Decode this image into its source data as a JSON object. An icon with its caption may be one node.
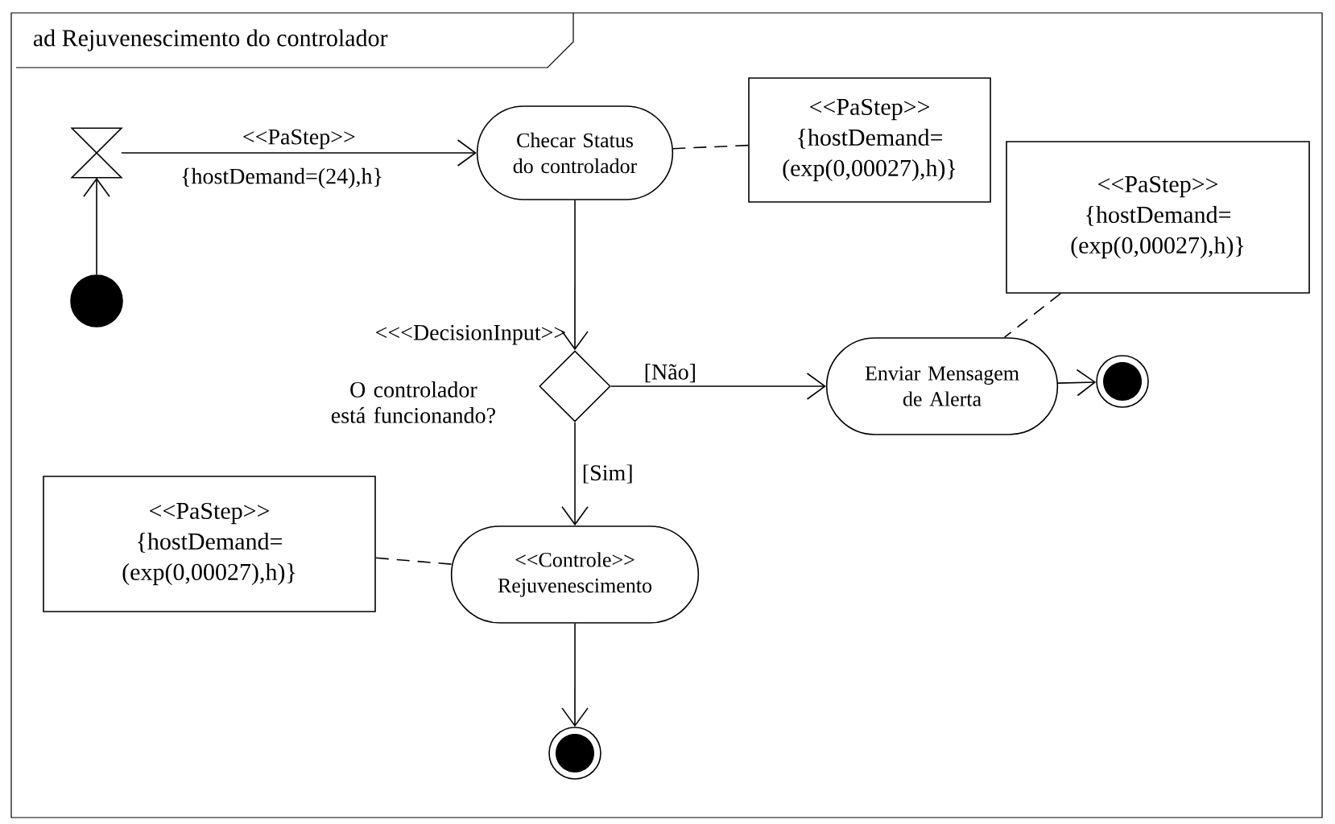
{
  "diagram": {
    "nodes": [
      {
        "text": [
          "ad Rejuvenescimento do controlador"
        ]
      },
      {
        "text": [],
        "shape": "hourglass",
        "in": 0
      },
      {
        "text": [],
        "shape": "circle",
        "in": 0
      },
      {
        "text": [
          "Checar Status do controlador"
        ],
        "in": 0
      },
      {
        "text": [
          "<<PaStep>>",
          "{hostDemand= (exp(0,00027),h)}"
        ],
        "in": 0
      },
      {
        "text": [
          "<<PaStep>>",
          "{hostDemand= (exp(0,00027),h)}"
        ],
        "in": 0
      },
      {
        "text": [],
        "shape": "diamond",
        "in": 0,
        "beside": [
          "<<<DecisionInput>>",
          "O controlador está funcionando?"
        ]
      },
      {
        "text": [
          "Enviar Mensagem de Alerta"
        ],
        "in": 0
      },
      {
        "text": [],
        "shape": "bullseye",
        "in": 0
      },
      {
        "text": [
          "<<PaStep>>",
          "{hostDemand= (exp(0,00027),h)}"
        ],
        "in": 0
      },
      {
        "text": [
          "<<Controle>>",
          "Rejuvenescimento"
        ],
        "in": 0
      },
      {
        "text": [],
        "shape": "bullseye",
        "in": 0
      }
    ],
    "edges": [
      {
        "from": 2,
        "to": 1,
        "arrow": "to"
      },
      {
        "from": 1,
        "to": 3,
        "arrow": "to",
        "label": "<<PaStep>>"
      },
      {
        "from": 3,
        "to": 6,
        "arrow": "to"
      },
      {
        "from": 6,
        "to": 7,
        "arrow": "to",
        "label": "[Não]"
      },
      {
        "from": 7,
        "to": 8,
        "arrow": "to"
      },
      {
        "from": 6,
        "to": 10,
        "arrow": "to",
        "label": "[Sim]"
      },
      {
        "from": 10,
        "to": 11,
        "arrow": "to"
      },
      {
        "from": 4,
        "to": 3,
        "arrow": "none",
        "style": "dashed"
      },
      {
        "from": 5,
        "to": 7,
        "arrow": "none",
        "style": "dashed"
      },
      {
        "from": 9,
        "to": 10,
        "arrow": "none",
        "style": "dashed"
      }
    ],
    "labels": [
      "{hostDemand=(24),h}"
    ]
  }
}
